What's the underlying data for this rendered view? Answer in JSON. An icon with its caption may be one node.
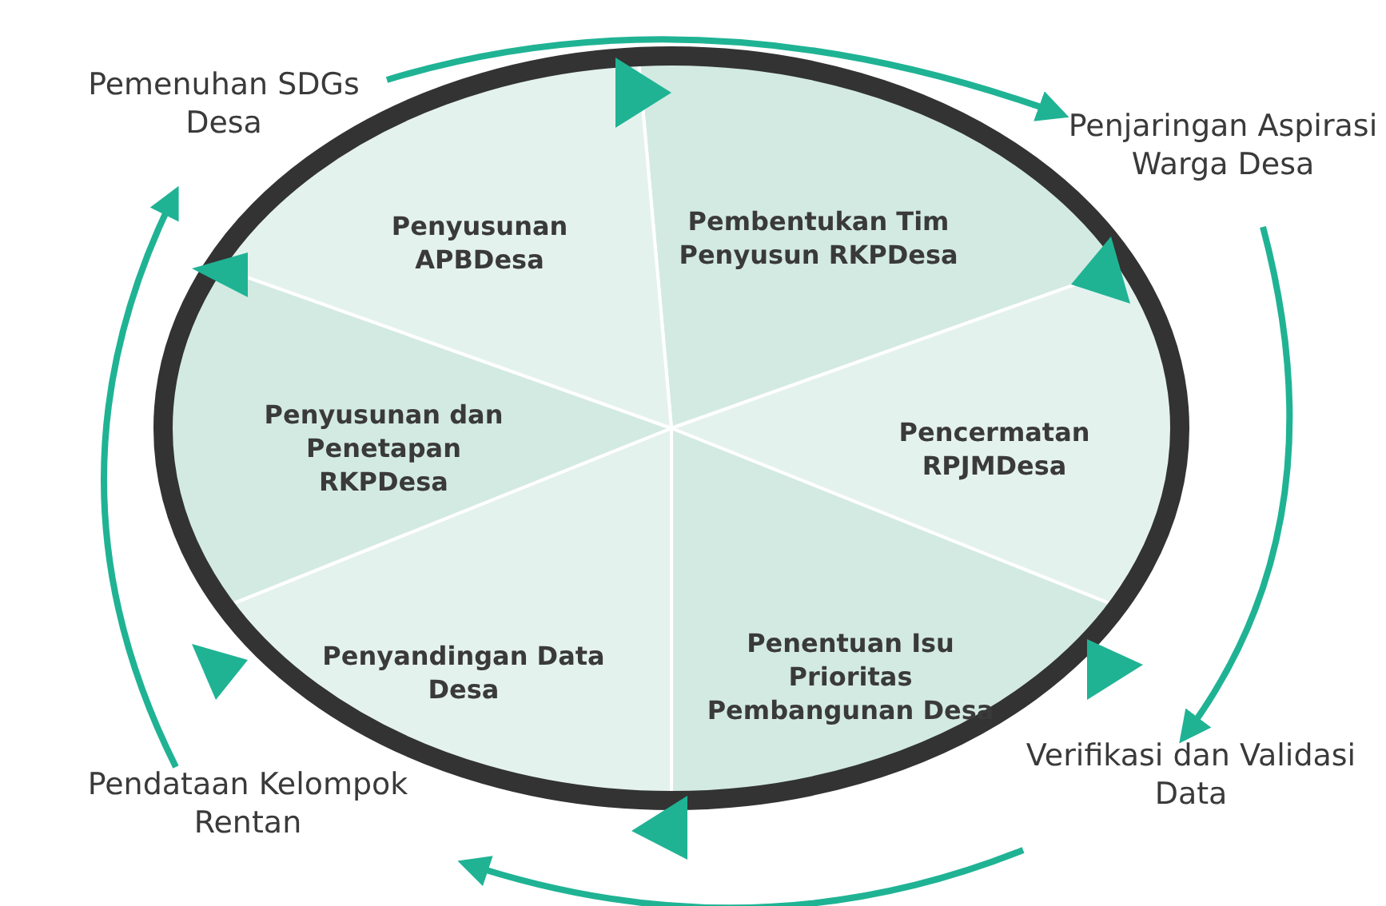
{
  "diagram": {
    "nodes": [
      {
        "text": [],
        "shape": "circle"
      },
      {
        "text": [
          "Penyusunan APBDesa"
        ],
        "in": 0
      },
      {
        "text": [
          "Pembentukan Tim Penyusun RKPDesa"
        ],
        "in": 0
      },
      {
        "text": [
          "Pencermatan RPJMDesa"
        ],
        "in": 0
      },
      {
        "text": [
          "Penentuan Isu Prioritas Pembangunan Desa"
        ],
        "in": 0
      },
      {
        "text": [
          "Penyandingan Data Desa"
        ],
        "in": 0
      },
      {
        "text": [
          "Penyusunan dan Penetapan RKPDesa"
        ],
        "in": 0
      },
      {
        "text": [
          "Pemenuhan SDGs Desa"
        ]
      },
      {
        "text": [
          "Penjaringan Aspirasi Warga Desa"
        ]
      },
      {
        "text": [
          "Verifikasi dan Validasi Data"
        ]
      },
      {
        "text": [
          "Pendataan Kelompok Rentan"
        ]
      }
    ],
    "edges": [
      {
        "from": 7,
        "to": 8,
        "arrow": "to"
      },
      {
        "from": 8,
        "to": 9,
        "arrow": "to"
      },
      {
        "from": 9,
        "to": 10,
        "arrow": "to"
      },
      {
        "from": 10,
        "to": 7,
        "arrow": "to"
      }
    ]
  }
}
